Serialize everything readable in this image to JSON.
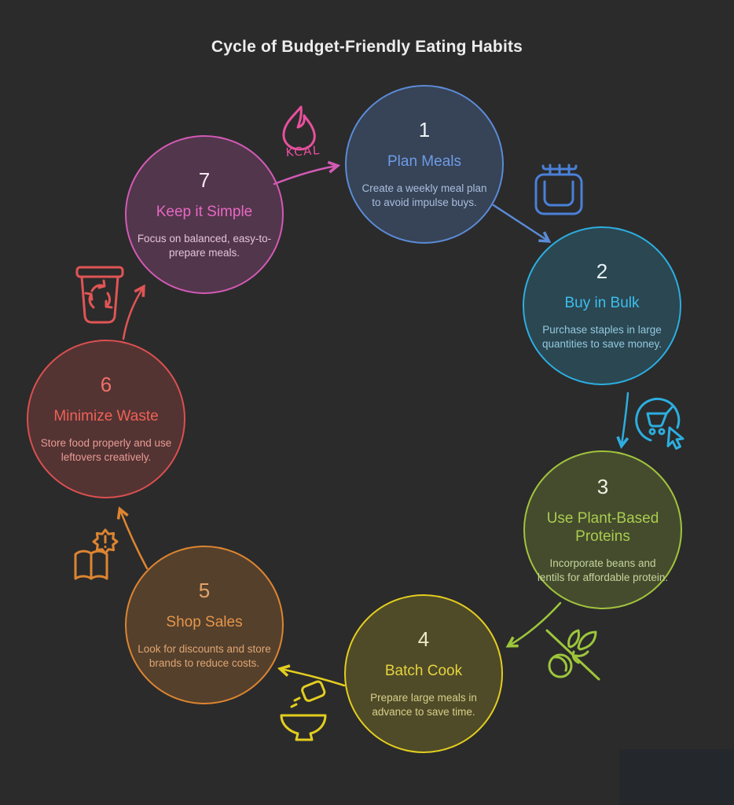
{
  "title": "Cycle of Budget-Friendly Eating Habits",
  "colors": {
    "background": "#2b2b2b",
    "title_text": "#ededed",
    "corner_patch": "#24282c"
  },
  "steps": [
    {
      "number": "1",
      "title": "Plan Meals",
      "description": "Create a weekly meal plan to avoid impulse buys.",
      "accent": "#5b8bd6",
      "title_color": "#6d9ce8",
      "desc_color": "#a9bede"
    },
    {
      "number": "2",
      "title": "Buy in Bulk",
      "description": "Purchase staples in large quantities to save money.",
      "accent": "#2caee0",
      "title_color": "#3bbfee",
      "desc_color": "#93c9de"
    },
    {
      "number": "3",
      "title": "Use Plant-Based Proteins",
      "description": "Incorporate beans and lentils for affordable protein.",
      "accent": "#a2c43c",
      "title_color": "#a9cc4e",
      "desc_color": "#c5d49b"
    },
    {
      "number": "4",
      "title": "Batch Cook",
      "description": "Prepare large meals in advance to save time.",
      "accent": "#e3cd20",
      "title_color": "#e5d33f",
      "desc_color": "#d8cf8a"
    },
    {
      "number": "5",
      "title": "Shop Sales",
      "description": "Look for discounts and store brands to reduce costs.",
      "accent": "#dd8531",
      "title_color": "#e5964a",
      "desc_color": "#dfa673"
    },
    {
      "number": "6",
      "title": "Minimize Waste",
      "description": "Store food properly and use leftovers creatively.",
      "accent": "#d95050",
      "title_color": "#ee6257",
      "desc_color": "#e79c93"
    },
    {
      "number": "7",
      "title": "Keep it Simple",
      "description": "Focus on balanced, easy-to-prepare meals.",
      "accent": "#d25ab5",
      "title_color": "#e768c4",
      "desc_color": "#e3c3da"
    }
  ],
  "icons": {
    "flame": {
      "name": "flame-kcal-icon",
      "label": "KCAL",
      "color": "#e8509e"
    },
    "calendar": {
      "name": "calendar-icon",
      "color": "#4a80d8"
    },
    "cart": {
      "name": "cart-cursor-icon",
      "color": "#2caee0"
    },
    "wheat": {
      "name": "wheat-crossed-icon",
      "color": "#9dc63b"
    },
    "bowl": {
      "name": "bowl-sugar-icon",
      "color": "#e3cd20"
    },
    "book": {
      "name": "book-alert-icon",
      "color": "#dd8531"
    },
    "trash": {
      "name": "trash-recycle-icon",
      "color": "#e05555"
    }
  }
}
